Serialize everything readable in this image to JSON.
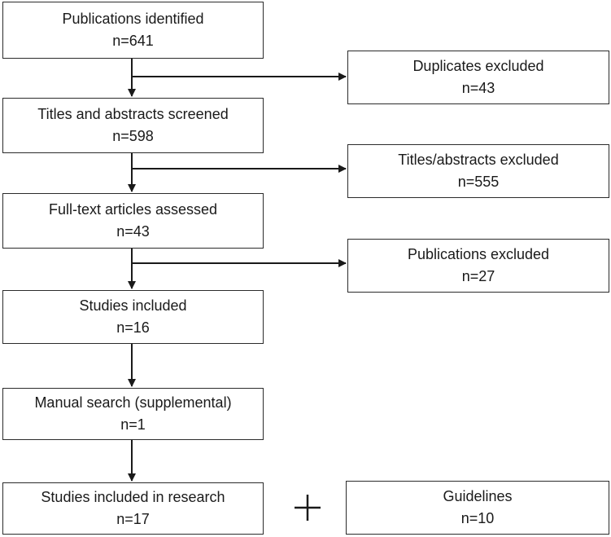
{
  "boxes": {
    "identified": {
      "title": "Publications identified",
      "count": "n=641"
    },
    "screened": {
      "title": "Titles and abstracts screened",
      "count": "n=598"
    },
    "fulltext": {
      "title": "Full-text articles assessed",
      "count": "n=43"
    },
    "included": {
      "title": "Studies included",
      "count": "n=16"
    },
    "manual": {
      "title": "Manual search (supplemental)",
      "count": "n=1"
    },
    "research": {
      "title": "Studies included in research",
      "count": "n=17"
    },
    "duplicates": {
      "title": "Duplicates excluded",
      "count": "n=43"
    },
    "abstracts_excluded": {
      "title": "Titles/abstracts excluded",
      "count": "n=555"
    },
    "publications_excluded": {
      "title": "Publications excluded",
      "count": "n=27"
    },
    "guidelines": {
      "title": "Guidelines",
      "count": "n=10"
    }
  },
  "colors": {
    "border": "#2b2b2b",
    "text": "#1a1a1a",
    "background": "#ffffff"
  }
}
